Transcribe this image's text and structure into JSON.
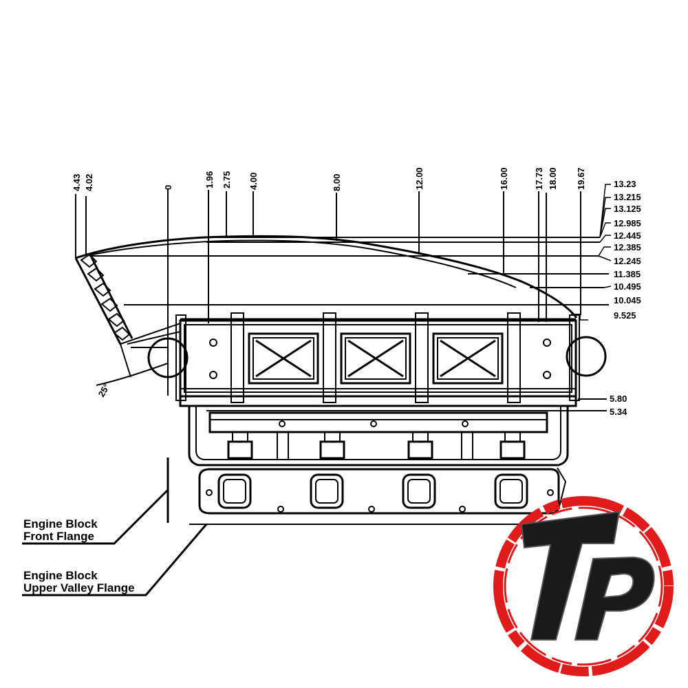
{
  "diagram": {
    "top_dimensions": [
      "4.43",
      "4.02",
      "0",
      "1.96",
      "2.75",
      "4.00",
      "8.00",
      "12.00",
      "16.00",
      "17.73",
      "18.00",
      "19.67"
    ],
    "right_dimensions": [
      "13.23",
      "13.215",
      "13.125",
      "12.985",
      "12.445",
      "12.385",
      "12.245",
      "11.385",
      "10.495",
      "10.045",
      "9.525"
    ],
    "lower_dimensions": [
      "5.80",
      "5.34"
    ],
    "angle_label": "25°",
    "labels": {
      "front_flange_line1": "Engine Block",
      "front_flange_line2": "Front Flange",
      "valley_flange_line1": "Engine Block",
      "valley_flange_line2": "Upper Valley Flange"
    },
    "logo": {
      "text": "TP",
      "ring_color": "#e01b1b",
      "letter_color": "#1a1a1a"
    }
  }
}
